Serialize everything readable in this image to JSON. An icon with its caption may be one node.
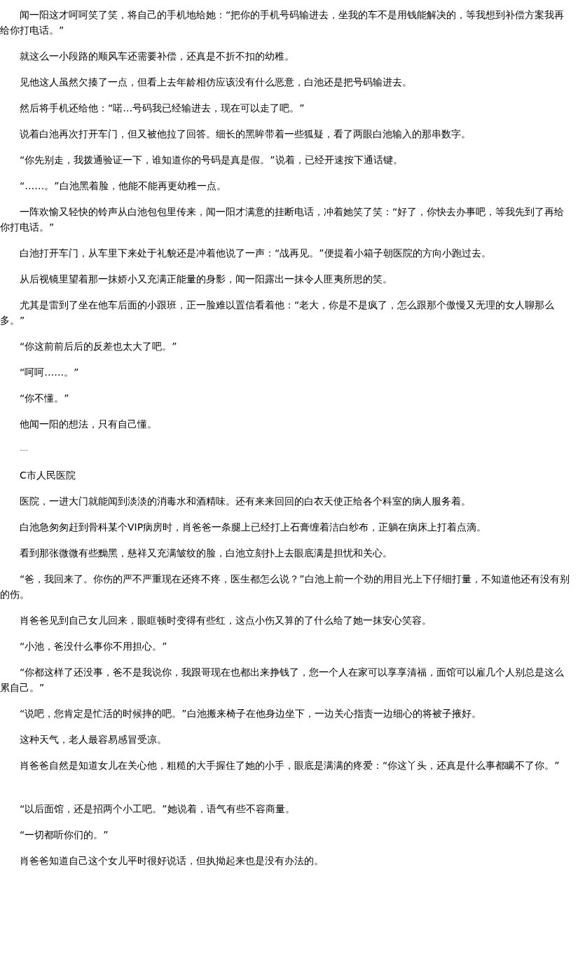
{
  "diagram": {
    "labels": [
      "闻一阳这才呵呵笑了笑，将自己的手机地给她：“把你的手机号码输进去，坐我的车不是用钱能解决的，等我想到补偿方案我再给你打电话。”",
      "就这么一小段路的顺风车还需要补偿，还真是不折不扣的幼稚。",
      "见他这人虽然欠揍了一点，但看上去年龄相仿应该没有什么恶意，白池还是把号码输进去。",
      "然后将手机还给他：“喏…号码我已经输进去，现在可以走了吧。”",
      "说着白池再次打开车门，但又被他拉了回答。细长的黑眸带着一些狐疑，看了两眼白池输入的那串数字。",
      "“你先别走，我拨通验证一下，谁知道你的号码是真是假。”说着，已经开速按下通话键。",
      "“……。”白池黑着脸，他能不能再更幼稚一点。",
      "一阵欢愉又轻快的铃声从白池包包里传来，闻一阳才满意的挂断电话，冲着她笑了笑：“好了，你快去办事吧，等我先到了再给你打电话。”",
      "白池打开车门，从车里下来处于礼貌还是冲着他说了一声：“战再见。”便提着小箱子朝医院的方向小跑过去。",
      "从后视镜里望着那一抹娇小又充满正能量的身影，闻一阳露出一抹令人匪夷所思的笑。",
      "尤其是雷到了坐在他车后面的小跟班，正一脸难以置信看着他：“老大，你是不是疯了，怎么跟那个傲慢又无理的女人聊那么多。”",
      "“你这前前后后的反差也太大了吧。”",
      "“呵呵……。”",
      "“你不懂。”",
      "他闻一阳的想法，只有自己懂。",
      "---",
      "C市人民医院",
      "医院，一进大门就能闻到淡淡的消毒水和酒精味。还有来来回回的白衣天使正给各个科室的病人服务着。",
      "白池急匆匆赶到骨科某个VIP病房时，肖爸爸一条腿上已经打上石膏缠着洁白纱布，正躺在病床上打着点滴。",
      "看到那张微微有些黝黑，慈祥又充满皱纹的脸，白池立刻扑上去眼底满是担忧和关心。",
      "“爸，我回来了。你伤的严不严重现在还疼不疼，医生都怎么说？”白池上前一个劲的用目光上下仔细打量，不知道他还有没有别的伤。",
      "肖爸爸见到自己女儿回来，眼眶顿时变得有些红，这点小伤又算的了什么给了她一抹安心笑容。",
      "“小池，爸没什么事你不用担心。”",
      "“你都这样了还没事，爸不是我说你，我跟哥现在也都出来挣钱了，您一个人在家可以享享清福，面馆可以雇几个人别总是这么累自己。”",
      "“说吧，您肯定是忙活的时候摔的吧。”白池搬来椅子在他身边坐下，一边关心指责一边细心的将被子掖好。",
      "这种天气，老人最容易感冒受凉。",
      "肖爸爸自然是知道女儿在关心他，粗糙的大手握住了她的小手，眼底是满满的疼爱：“你这丫头，还真是什么事都瞒不了你。”",
      "“以后面馆，还是招两个小工吧。”她说着，语气有些不容商量。",
      "“一切都听你们的。”",
      "肖爸爸知道自己这个女儿平时很好说话，但执拗起来也是没有办法的。"
    ]
  }
}
